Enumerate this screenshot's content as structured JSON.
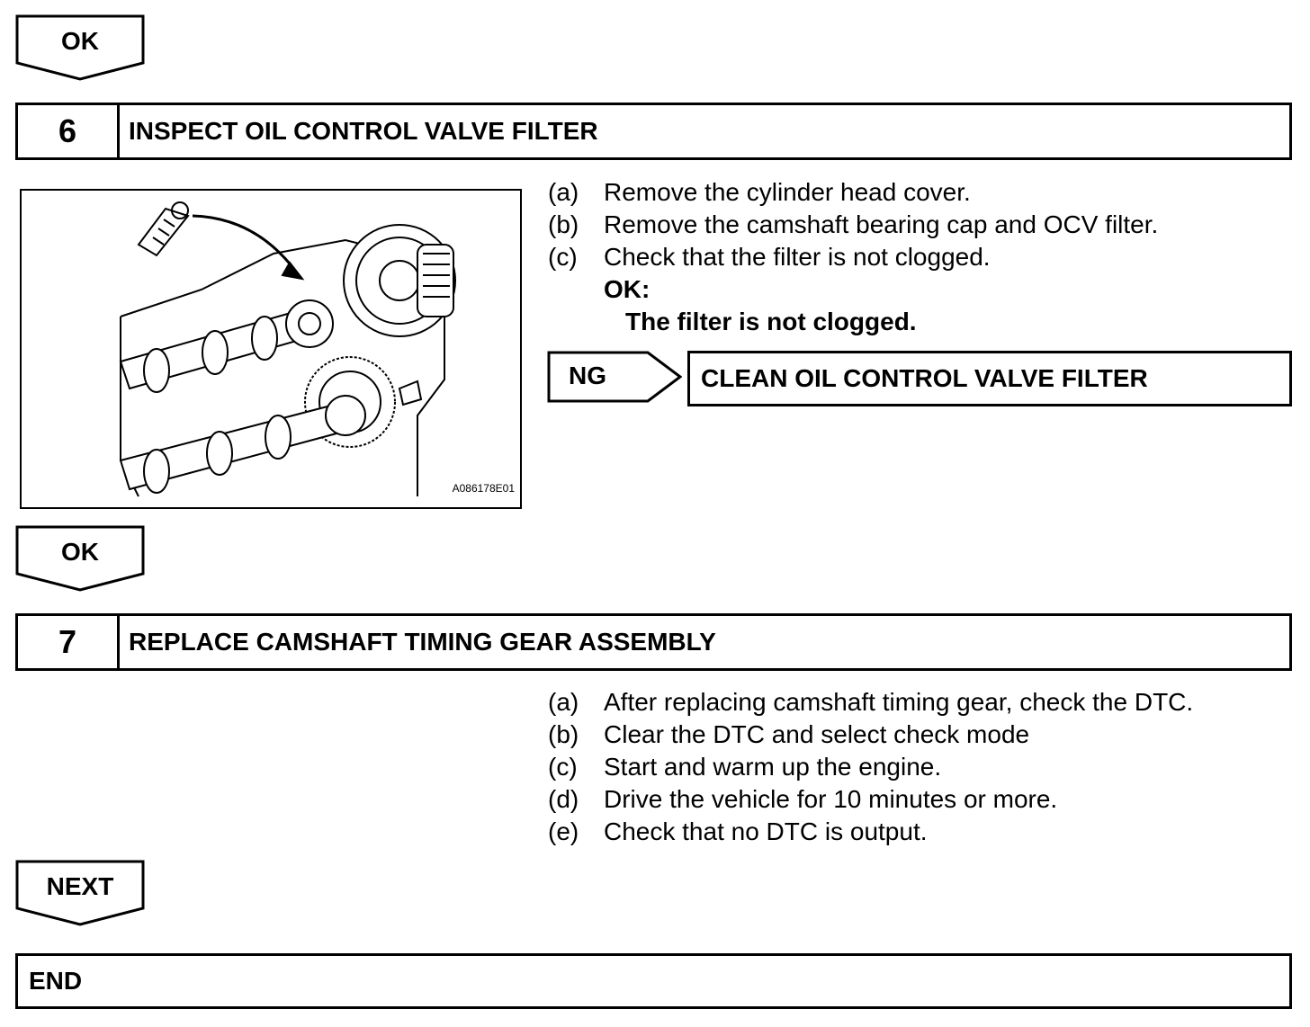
{
  "flow_labels": {
    "ok_top": "OK",
    "ok_mid": "OK",
    "next": "NEXT",
    "ng": "NG"
  },
  "step6": {
    "number": "6",
    "title": "INSPECT OIL CONTROL VALVE FILTER",
    "items": [
      {
        "marker": "(a)",
        "text": "Remove the cylinder head cover."
      },
      {
        "marker": "(b)",
        "text": "Remove the camshaft bearing cap and OCV filter."
      },
      {
        "marker": "(c)",
        "text": "Check that the filter is not clogged."
      }
    ],
    "ok_label": "OK:",
    "ok_text": "The filter is not clogged.",
    "ng_action": "CLEAN OIL CONTROL VALVE FILTER",
    "figure_code": "A086178E01"
  },
  "step7": {
    "number": "7",
    "title": "REPLACE CAMSHAFT TIMING GEAR ASSEMBLY",
    "items": [
      {
        "marker": "(a)",
        "text": "After replacing camshaft timing gear, check the DTC."
      },
      {
        "marker": "(b)",
        "text": "Clear the DTC and select check mode"
      },
      {
        "marker": "(c)",
        "text": "Start and warm up the engine."
      },
      {
        "marker": "(d)",
        "text": "Drive the vehicle for 10 minutes or more."
      },
      {
        "marker": "(e)",
        "text": "Check that no DTC is output."
      }
    ]
  },
  "end_label": "END"
}
